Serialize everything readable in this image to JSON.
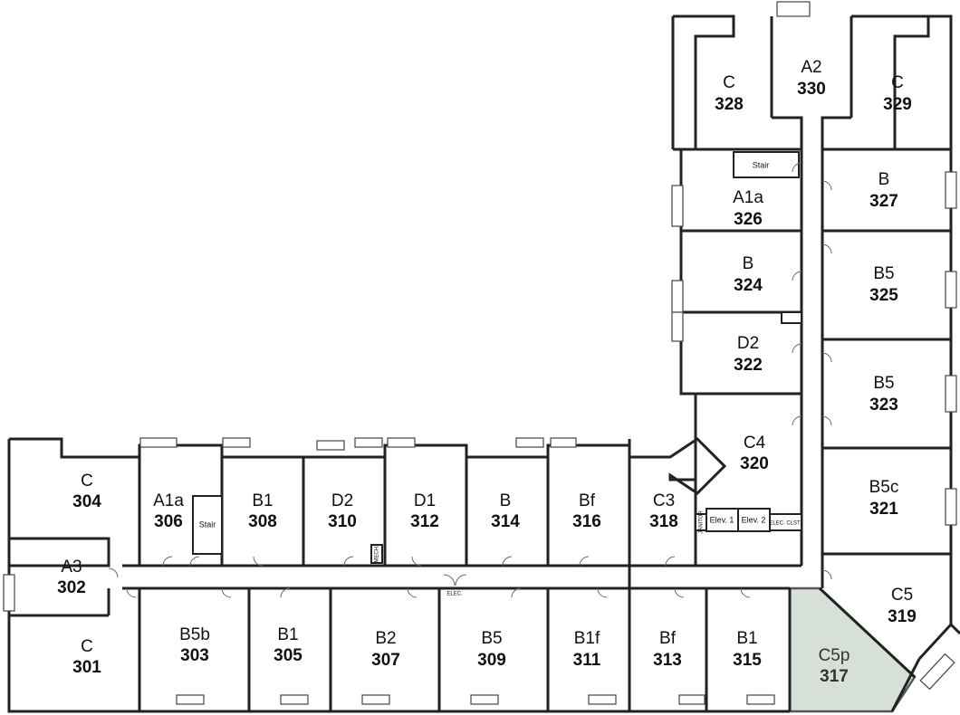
{
  "highlight_color": "#d6e0d6",
  "units": [
    {
      "type": "C",
      "number": "304"
    },
    {
      "type": "A1a",
      "number": "306"
    },
    {
      "type": "B1",
      "number": "308"
    },
    {
      "type": "D2",
      "number": "310"
    },
    {
      "type": "D1",
      "number": "312"
    },
    {
      "type": "B",
      "number": "314"
    },
    {
      "type": "Bf",
      "number": "316"
    },
    {
      "type": "C3",
      "number": "318"
    },
    {
      "type": "A3",
      "number": "302"
    },
    {
      "type": "C",
      "number": "301"
    },
    {
      "type": "B5b",
      "number": "303"
    },
    {
      "type": "B1",
      "number": "305"
    },
    {
      "type": "B2",
      "number": "307"
    },
    {
      "type": "B5",
      "number": "309"
    },
    {
      "type": "B1f",
      "number": "311"
    },
    {
      "type": "Bf",
      "number": "313"
    },
    {
      "type": "B1",
      "number": "315"
    },
    {
      "type": "C5p",
      "number": "317",
      "highlighted": true
    },
    {
      "type": "C5",
      "number": "319"
    },
    {
      "type": "B5c",
      "number": "321"
    },
    {
      "type": "C4",
      "number": "320"
    },
    {
      "type": "B5",
      "number": "323"
    },
    {
      "type": "D2",
      "number": "322"
    },
    {
      "type": "B5",
      "number": "325"
    },
    {
      "type": "B",
      "number": "324"
    },
    {
      "type": "B",
      "number": "327"
    },
    {
      "type": "A1a",
      "number": "326"
    },
    {
      "type": "C",
      "number": "328"
    },
    {
      "type": "A2",
      "number": "330"
    },
    {
      "type": "C",
      "number": "329"
    }
  ],
  "utility_labels": {
    "stair_west": "Stair",
    "stair_north": "Stair",
    "elev1": "Elev. 1",
    "elev2": "Elev. 2",
    "elec_clst": "ELEC. CLST.",
    "elec_corridor": "ELEC.",
    "mech": "MECH.",
    "janitor": "JANITOR"
  }
}
